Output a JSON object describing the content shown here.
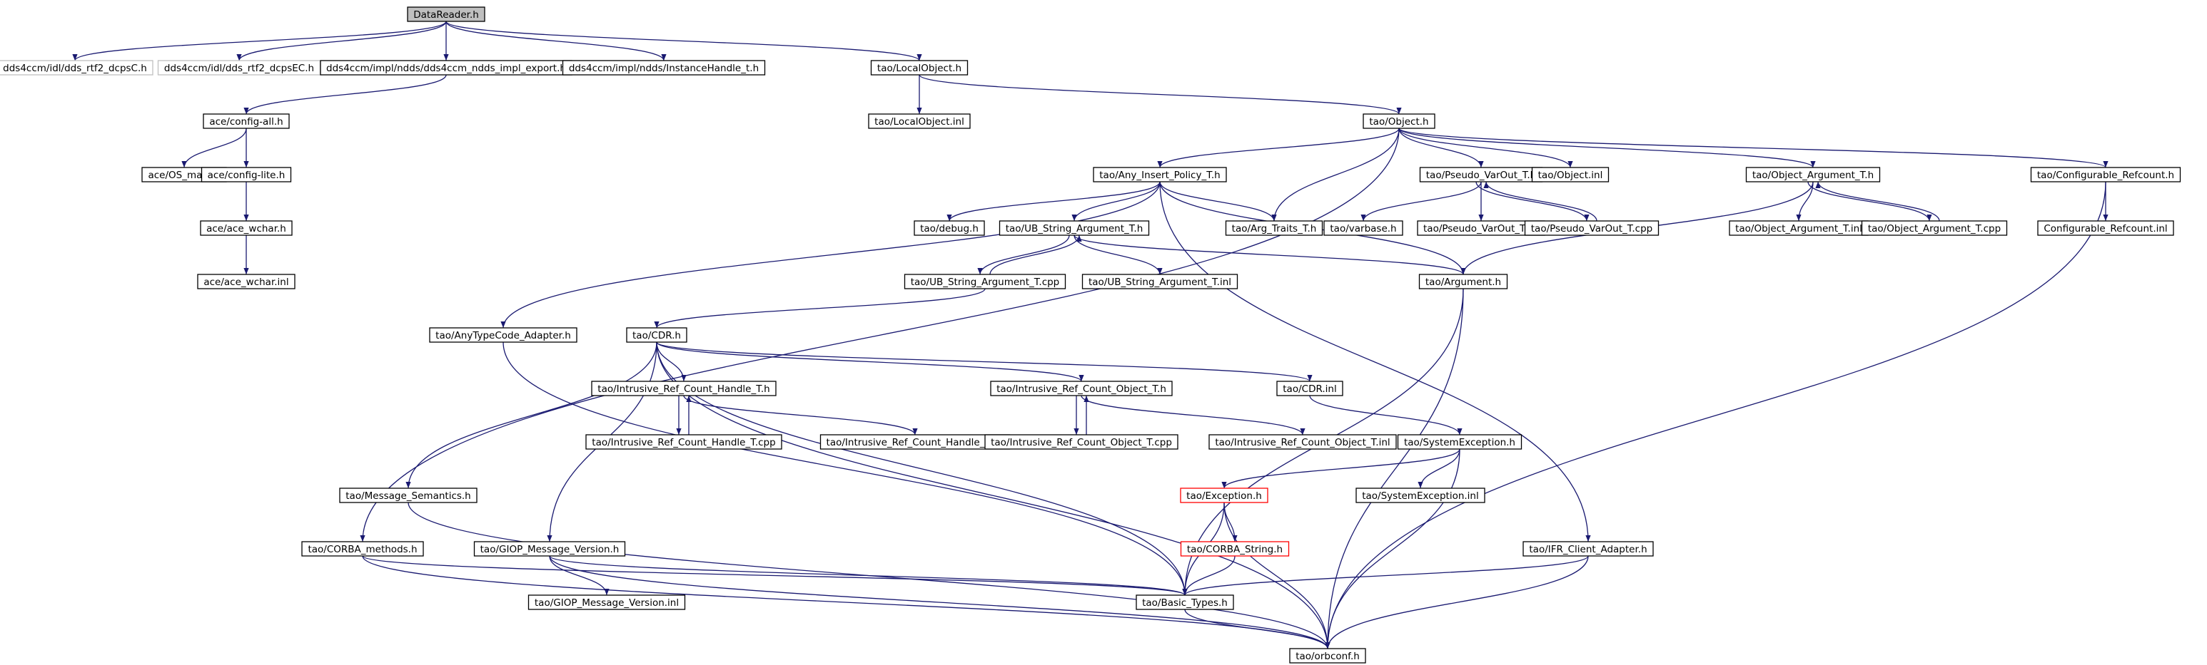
{
  "colors": {
    "edge": "#191970",
    "node_border": "#000000",
    "node_border_external": "#bfbfbf",
    "node_border_truncated": "#ff0000",
    "node_fill": "#ffffff",
    "node_fill_root": "#bfbfbf",
    "text": "#000000"
  },
  "nodes": [
    {
      "id": "n0",
      "label": "DataReader.h",
      "kind": "root"
    },
    {
      "id": "n1",
      "label": "dds4ccm/idl/dds_rtf2_dcpsC.h",
      "kind": "external"
    },
    {
      "id": "n2",
      "label": "dds4ccm/idl/dds_rtf2_dcpsEC.h",
      "kind": "external"
    },
    {
      "id": "n3",
      "label": "dds4ccm/impl/ndds/dds4ccm_ndds_impl_export.h",
      "kind": "normal"
    },
    {
      "id": "n4",
      "label": "dds4ccm/impl/ndds/InstanceHandle_t.h",
      "kind": "normal"
    },
    {
      "id": "n5",
      "label": "tao/LocalObject.h",
      "kind": "normal"
    },
    {
      "id": "n6",
      "label": "ace/config-all.h",
      "kind": "normal"
    },
    {
      "id": "n7",
      "label": "tao/LocalObject.inl",
      "kind": "normal"
    },
    {
      "id": "n8",
      "label": "tao/Object.h",
      "kind": "normal"
    },
    {
      "id": "n9",
      "label": "ace/OS_main.h",
      "kind": "normal"
    },
    {
      "id": "n10",
      "label": "ace/config-lite.h",
      "kind": "normal"
    },
    {
      "id": "n11",
      "label": "tao/Any_Insert_Policy_T.h",
      "kind": "normal"
    },
    {
      "id": "n12",
      "label": "tao/Pseudo_VarOut_T.h",
      "kind": "normal"
    },
    {
      "id": "n13",
      "label": "tao/Object.inl",
      "kind": "normal"
    },
    {
      "id": "n14",
      "label": "tao/Object_Argument_T.h",
      "kind": "normal"
    },
    {
      "id": "n15",
      "label": "tao/Configurable_Refcount.h",
      "kind": "normal"
    },
    {
      "id": "n16",
      "label": "ace/ace_wchar.h",
      "kind": "normal"
    },
    {
      "id": "n17",
      "label": "tao/debug.h",
      "kind": "normal"
    },
    {
      "id": "n18",
      "label": "tao/UB_String_Argument_T.h",
      "kind": "normal"
    },
    {
      "id": "n19",
      "label": "tao/Arg_Traits_T.h",
      "kind": "normal"
    },
    {
      "id": "n20",
      "label": "tao/varbase.h",
      "kind": "normal"
    },
    {
      "id": "n21",
      "label": "tao/Pseudo_VarOut_T.inl",
      "kind": "normal"
    },
    {
      "id": "n22",
      "label": "tao/Pseudo_VarOut_T.cpp",
      "kind": "normal"
    },
    {
      "id": "n23",
      "label": "tao/Object_Argument_T.inl",
      "kind": "normal"
    },
    {
      "id": "n24",
      "label": "tao/Object_Argument_T.cpp",
      "kind": "normal"
    },
    {
      "id": "n25",
      "label": "Configurable_Refcount.inl",
      "kind": "normal"
    },
    {
      "id": "n26",
      "label": "ace/ace_wchar.inl",
      "kind": "normal"
    },
    {
      "id": "n27",
      "label": "tao/UB_String_Argument_T.cpp",
      "kind": "normal"
    },
    {
      "id": "n28",
      "label": "tao/UB_String_Argument_T.inl",
      "kind": "normal"
    },
    {
      "id": "n29",
      "label": "tao/Argument.h",
      "kind": "normal"
    },
    {
      "id": "n30",
      "label": "tao/AnyTypeCode_Adapter.h",
      "kind": "normal"
    },
    {
      "id": "n31",
      "label": "tao/CDR.h",
      "kind": "normal"
    },
    {
      "id": "n32",
      "label": "tao/Intrusive_Ref_Count_Handle_T.h",
      "kind": "normal"
    },
    {
      "id": "n33",
      "label": "tao/Intrusive_Ref_Count_Object_T.h",
      "kind": "normal"
    },
    {
      "id": "n34",
      "label": "tao/CDR.inl",
      "kind": "normal"
    },
    {
      "id": "n35",
      "label": "tao/Intrusive_Ref_Count_Handle_T.cpp",
      "kind": "normal"
    },
    {
      "id": "n36",
      "label": "tao/Intrusive_Ref_Count_Handle_T.inl",
      "kind": "normal"
    },
    {
      "id": "n37",
      "label": "tao/Intrusive_Ref_Count_Object_T.cpp",
      "kind": "normal"
    },
    {
      "id": "n38",
      "label": "tao/Intrusive_Ref_Count_Object_T.inl",
      "kind": "normal"
    },
    {
      "id": "n39",
      "label": "tao/SystemException.h",
      "kind": "normal"
    },
    {
      "id": "n40",
      "label": "tao/Message_Semantics.h",
      "kind": "normal"
    },
    {
      "id": "n41",
      "label": "tao/Exception.h",
      "kind": "truncated"
    },
    {
      "id": "n42",
      "label": "tao/SystemException.inl",
      "kind": "normal"
    },
    {
      "id": "n43",
      "label": "tao/CORBA_methods.h",
      "kind": "normal"
    },
    {
      "id": "n44",
      "label": "tao/GIOP_Message_Version.h",
      "kind": "normal"
    },
    {
      "id": "n45",
      "label": "tao/CORBA_String.h",
      "kind": "truncated"
    },
    {
      "id": "n46",
      "label": "tao/IFR_Client_Adapter.h",
      "kind": "normal"
    },
    {
      "id": "n47",
      "label": "tao/GIOP_Message_Version.inl",
      "kind": "normal"
    },
    {
      "id": "n48",
      "label": "tao/Basic_Types.h",
      "kind": "normal"
    },
    {
      "id": "n49",
      "label": "tao/orbconf.h",
      "kind": "normal"
    }
  ],
  "edges": [
    [
      "n0",
      "n1"
    ],
    [
      "n0",
      "n2"
    ],
    [
      "n0",
      "n3"
    ],
    [
      "n0",
      "n4"
    ],
    [
      "n0",
      "n5"
    ],
    [
      "n3",
      "n6"
    ],
    [
      "n5",
      "n7"
    ],
    [
      "n5",
      "n8"
    ],
    [
      "n6",
      "n9"
    ],
    [
      "n6",
      "n10"
    ],
    [
      "n10",
      "n16"
    ],
    [
      "n16",
      "n26"
    ],
    [
      "n8",
      "n11"
    ],
    [
      "n8",
      "n12"
    ],
    [
      "n8",
      "n13"
    ],
    [
      "n8",
      "n14"
    ],
    [
      "n8",
      "n15"
    ],
    [
      "n8",
      "n19"
    ],
    [
      "n8",
      "n43"
    ],
    [
      "n11",
      "n17"
    ],
    [
      "n11",
      "n18"
    ],
    [
      "n11",
      "n19"
    ],
    [
      "n11",
      "n29"
    ],
    [
      "n11",
      "n30"
    ],
    [
      "n11",
      "n46"
    ],
    [
      "n12",
      "n20"
    ],
    [
      "n12",
      "n21"
    ],
    [
      "n12",
      "n22"
    ],
    [
      "n22",
      "n12"
    ],
    [
      "n14",
      "n23"
    ],
    [
      "n14",
      "n24"
    ],
    [
      "n14",
      "n29"
    ],
    [
      "n24",
      "n14"
    ],
    [
      "n15",
      "n25"
    ],
    [
      "n15",
      "n49"
    ],
    [
      "n18",
      "n27"
    ],
    [
      "n18",
      "n28"
    ],
    [
      "n18",
      "n29"
    ],
    [
      "n27",
      "n18"
    ],
    [
      "n27",
      "n31"
    ],
    [
      "n29",
      "n48"
    ],
    [
      "n29",
      "n49"
    ],
    [
      "n30",
      "n48"
    ],
    [
      "n31",
      "n32"
    ],
    [
      "n31",
      "n33"
    ],
    [
      "n31",
      "n34"
    ],
    [
      "n31",
      "n40"
    ],
    [
      "n31",
      "n44"
    ],
    [
      "n31",
      "n48"
    ],
    [
      "n31",
      "n49"
    ],
    [
      "n32",
      "n35"
    ],
    [
      "n32",
      "n36"
    ],
    [
      "n35",
      "n32"
    ],
    [
      "n33",
      "n37"
    ],
    [
      "n33",
      "n38"
    ],
    [
      "n37",
      "n33"
    ],
    [
      "n34",
      "n39"
    ],
    [
      "n39",
      "n41"
    ],
    [
      "n39",
      "n42"
    ],
    [
      "n39",
      "n49"
    ],
    [
      "n41",
      "n45"
    ],
    [
      "n41",
      "n48"
    ],
    [
      "n41",
      "n49"
    ],
    [
      "n45",
      "n48"
    ],
    [
      "n40",
      "n49"
    ],
    [
      "n43",
      "n48"
    ],
    [
      "n43",
      "n49"
    ],
    [
      "n44",
      "n47"
    ],
    [
      "n44",
      "n48"
    ],
    [
      "n44",
      "n49"
    ],
    [
      "n46",
      "n48"
    ],
    [
      "n46",
      "n49"
    ],
    [
      "n48",
      "n49"
    ]
  ]
}
